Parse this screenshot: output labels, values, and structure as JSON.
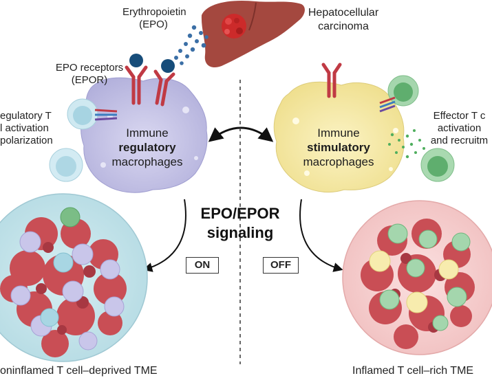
{
  "labels": {
    "epo": [
      "Erythropoietin",
      "(EPO)"
    ],
    "hcc": [
      "Hepatocellular",
      "carcinoma"
    ],
    "epor": [
      "EPO receptors",
      "(EPOR)"
    ],
    "treg": [
      "egulatory T",
      "l activation",
      "polarization"
    ],
    "teff": [
      "Effector T c",
      "activation",
      "and recruitm"
    ]
  },
  "macrophages": {
    "left": {
      "line1": "Immune",
      "bold": "regulatory",
      "line3": "macrophages"
    },
    "right": {
      "line1": "Immune",
      "bold": "stimulatory",
      "line3": "macrophages"
    }
  },
  "signaling": {
    "line1": "EPO/EPOR",
    "line2": "signaling"
  },
  "states": {
    "on": "ON",
    "off": "OFF"
  },
  "tme": {
    "left": "oninflamed T cell–deprived TME",
    "right": "Inflamed T cell–rich TME"
  },
  "colors": {
    "liver": "#a4483f",
    "tumor": "#cc2a2a",
    "regulatory_macrophage": "#c7c6e8",
    "stimulatory_macrophage": "#f7ecae",
    "epo_particle": "#3b6fa6",
    "effector_t_cell": "#7dc08a",
    "regulatory_t_cell": "#b3dcea",
    "tumor_tissue": "#c94e55"
  }
}
